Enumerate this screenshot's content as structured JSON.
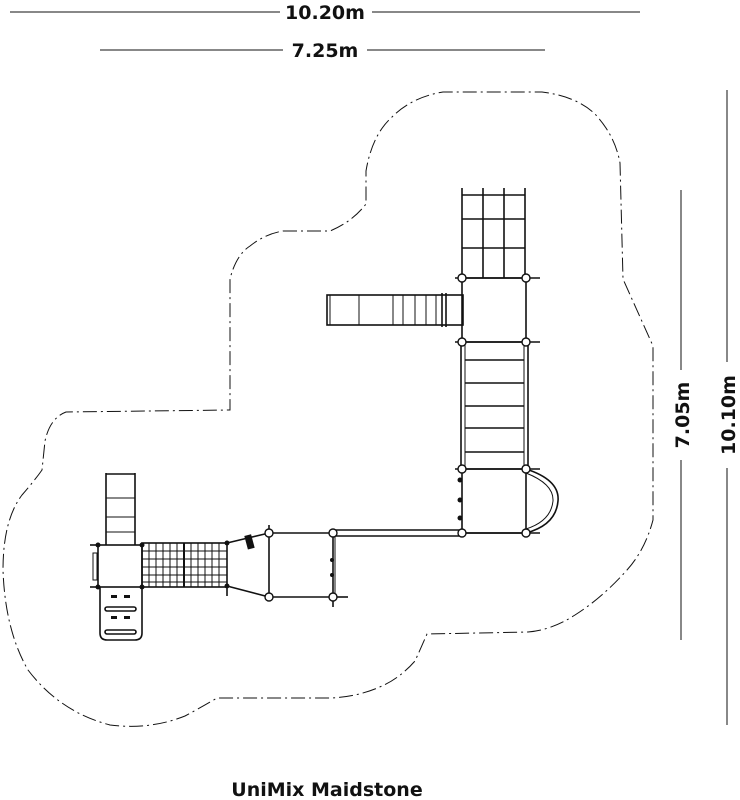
{
  "drawing": {
    "title": "UniMix Maidstone",
    "dimensions": {
      "overall_width": "10.20m",
      "equipment_width": "7.25m",
      "equipment_depth": "7.05m",
      "overall_depth": "10.10m"
    }
  }
}
